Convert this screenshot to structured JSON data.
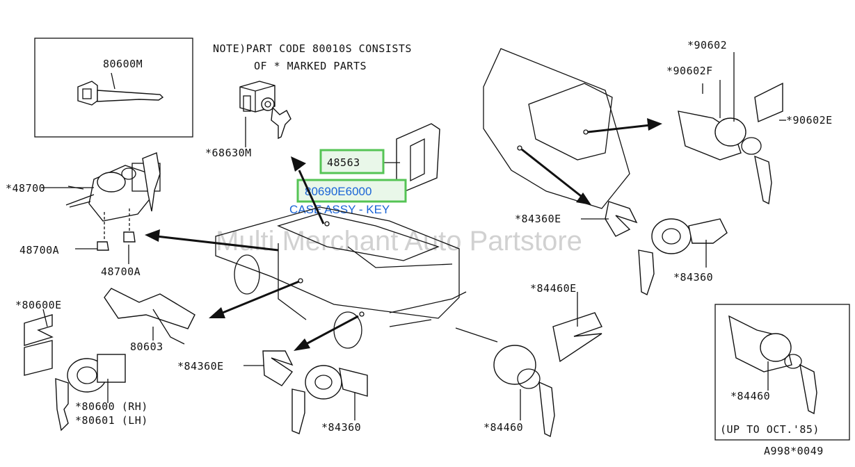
{
  "note": {
    "line1": "NOTE)PART CODE 80010S CONSISTS",
    "line2": "OF * MARKED PARTS"
  },
  "labels": {
    "key_blank": "80600M",
    "glove_lock": "*68630M",
    "ignition": "*48700",
    "screw_a1": "48700A",
    "screw_a2": "48700A",
    "key_case": "48563",
    "case_code": "80690E6000",
    "case_desc": "CASE ASSY - KEY",
    "door_ret_top": "*80600E",
    "door_rh": "*80600 (RH)",
    "door_lh": "*80601 (LH)",
    "door_handle": "80603",
    "ret_mid": "*84360E",
    "lock_mid": "*84360",
    "trunk_ret": "*84460E",
    "trunk_lock": "*84460",
    "hatch_lock": "*90602",
    "hatch_f": "*90602F",
    "hatch_e": "*90602E",
    "rear_ret": "*84360E",
    "rear_lock": "*84360",
    "inset_lock": "*84460",
    "inset_note": "(UP TO OCT.'85)",
    "diagram_code": "A998*0049"
  },
  "watermark": "Multi Merchant Auto Partstore",
  "colors": {
    "highlight_border": "#55c455",
    "highlight_fill": "#e9f7e9",
    "annotation_blue": "#1a64d6",
    "line": "#111111"
  }
}
